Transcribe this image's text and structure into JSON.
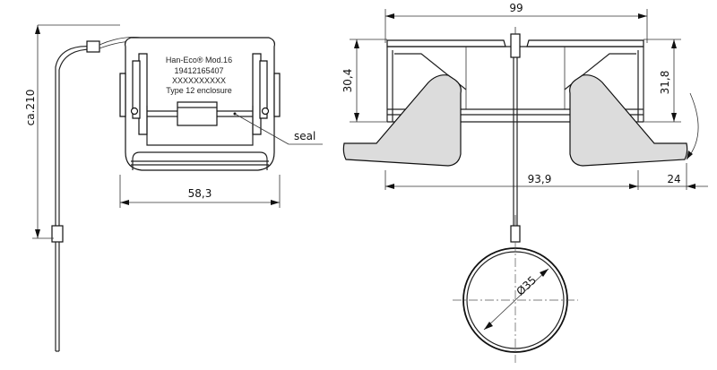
{
  "label": {
    "line1": "Han-Eco® Mod.16",
    "line2": "19412165407",
    "line3": "XXXXXXXXXX",
    "line4": "Type 12 enclosure"
  },
  "callout": {
    "seal": "seal"
  },
  "dimensions": {
    "cable_length": "ca.210",
    "front_width": "58,3",
    "overall_width": "99",
    "left_height": "30,4",
    "right_height": "31,8",
    "base_width": "93,9",
    "flange_width": "24",
    "ring_diameter": "Ø35"
  }
}
